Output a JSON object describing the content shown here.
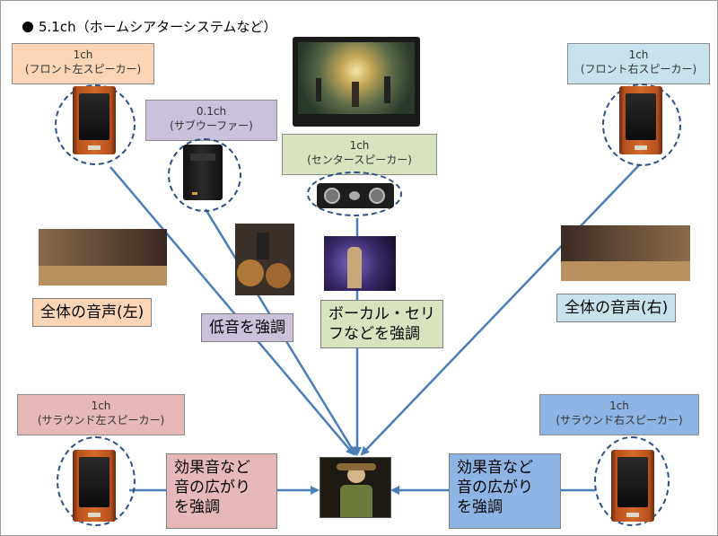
{
  "title": "5.1ch（ホームシアターシステムなど）",
  "labels": {
    "front_left": {
      "line1": "1ch",
      "line2": "(フロント左スピーカー)"
    },
    "front_right": {
      "line1": "1ch",
      "line2": "(フロント右スピーカー)"
    },
    "subwoofer": {
      "line1": "0.1ch",
      "line2": "(サブウーファー)"
    },
    "center": {
      "line1": "1ch",
      "line2": "(センタースピーカー)"
    },
    "surround_left": {
      "line1": "1ch",
      "line2": "(サラウンド左スピーカー)"
    },
    "surround_right": {
      "line1": "1ch",
      "line2": "(サラウンド右スピーカー)"
    }
  },
  "notes": {
    "front_left": "全体の音声(左)",
    "front_right": "全体の音声(右)",
    "subwoofer": "低音を強調",
    "center_1": "ボーカル・セリ",
    "center_2": "フなどを強調",
    "surround_left_1": "効果音など",
    "surround_left_2": "音の広がり",
    "surround_left_3": "を強調",
    "surround_right_1": "効果音など",
    "surround_right_2": "音の広がり",
    "surround_right_3": "を強調"
  },
  "colors": {
    "orange": "#fbd5b5",
    "green": "#d7e4bd",
    "purple": "#ccc1da",
    "cyan": "#c6e3ec",
    "pink": "#e6b9b8",
    "blue": "#8eb4e3",
    "arrow": "#4a7ebb",
    "dash": "#2b4f86"
  },
  "icons": [
    "speaker-icon",
    "subwoofer-icon",
    "center-speaker-icon",
    "television-icon",
    "listener-icon"
  ]
}
